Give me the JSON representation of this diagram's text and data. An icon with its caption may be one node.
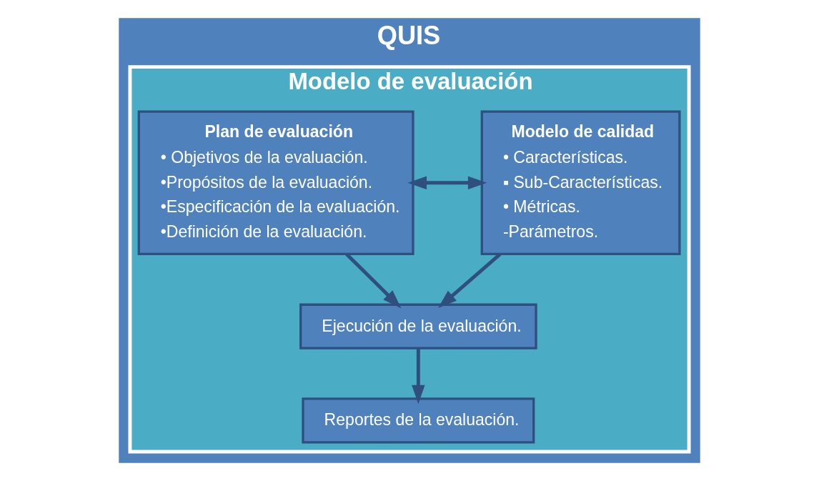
{
  "diagram": {
    "nodes": [
      {
        "text": [
          "QUIS"
        ]
      },
      {
        "text": [
          "Modelo de evaluación"
        ],
        "in": 0
      },
      {
        "text": [
          "Plan de evaluación",
          "• Objetivos de la evaluación.",
          "•Propósitos de la evaluación.",
          "•Especificación de la evaluación.",
          "•Definición de la evaluación."
        ],
        "in": 1
      },
      {
        "text": [
          "Modelo de calidad",
          "• Características.",
          "▪ Sub-Características.",
          "• Métricas.",
          "-Parámetros."
        ],
        "in": 1
      },
      {
        "text": [
          "Ejecución de la evaluación."
        ],
        "in": 1
      },
      {
        "text": [
          "Reportes de la evaluación."
        ],
        "in": 1
      }
    ],
    "edges": [
      {
        "from": 2,
        "to": 3,
        "arrow": "both"
      },
      {
        "from": 2,
        "to": 4,
        "arrow": "to"
      },
      {
        "from": 3,
        "to": 4,
        "arrow": "to"
      },
      {
        "from": 4,
        "to": 5,
        "arrow": "to"
      }
    ]
  }
}
